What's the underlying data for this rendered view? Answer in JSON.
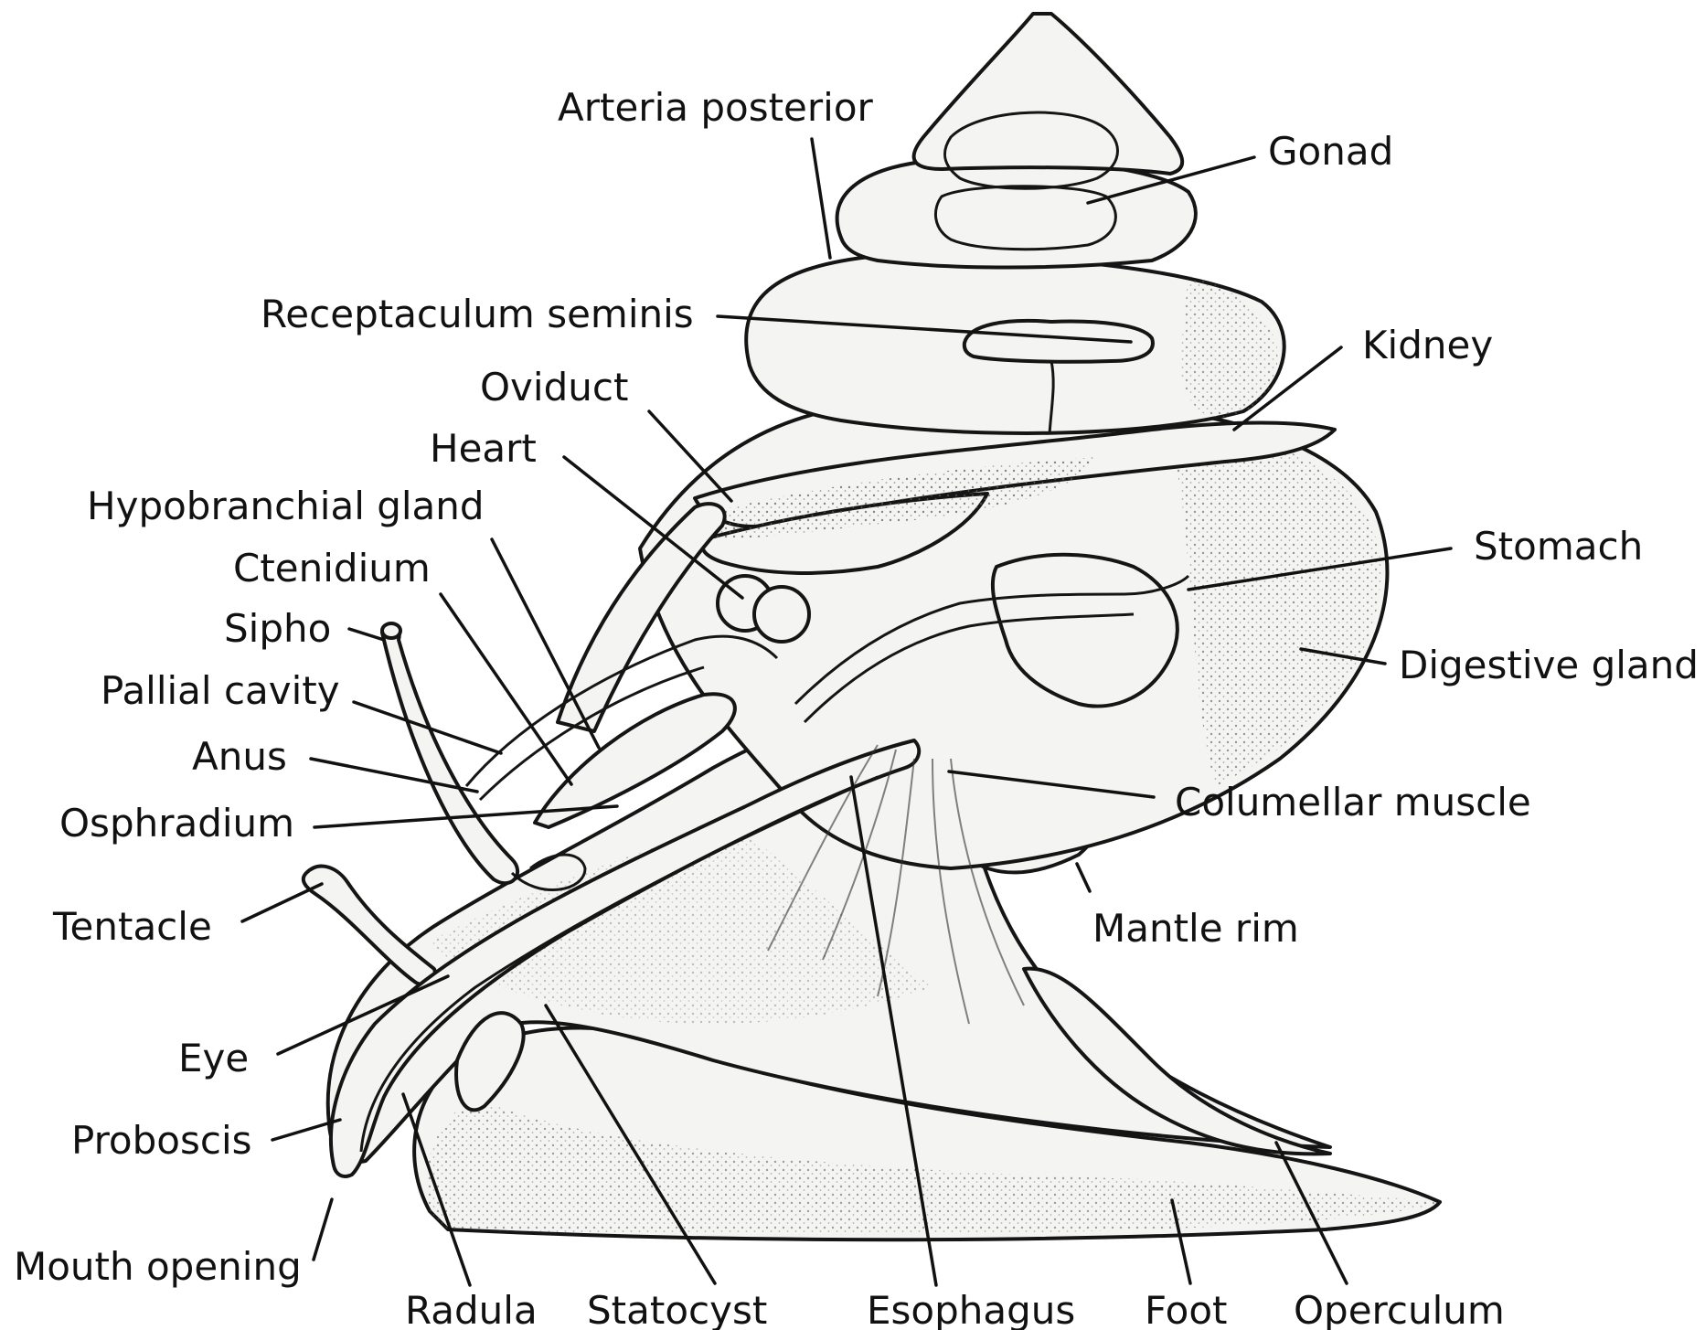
{
  "diagram": {
    "labels": {
      "arteria_posterior": "Arteria posterior",
      "gonad": "Gonad",
      "receptaculum_seminis": "Receptaculum seminis",
      "kidney": "Kidney",
      "oviduct": "Oviduct",
      "heart": "Heart",
      "hypobranchial_gland": "Hypobranchial gland",
      "ctenidium": "Ctenidium",
      "sipho": "Sipho",
      "pallial_cavity": "Pallial cavity",
      "anus": "Anus",
      "osphradium": "Osphradium",
      "stomach": "Stomach",
      "digestive_gland": "Digestive gland",
      "columellar_muscle": "Columellar  muscle",
      "mantle_rim": "Mantle rim",
      "tentacle": "Tentacle",
      "eye": "Eye",
      "proboscis": "Proboscis",
      "mouth_opening": "Mouth opening",
      "radula": "Radula",
      "statocyst": "Statocyst",
      "esophagus": "Esophagus",
      "foot": "Foot",
      "operculum": "Operculum"
    }
  }
}
